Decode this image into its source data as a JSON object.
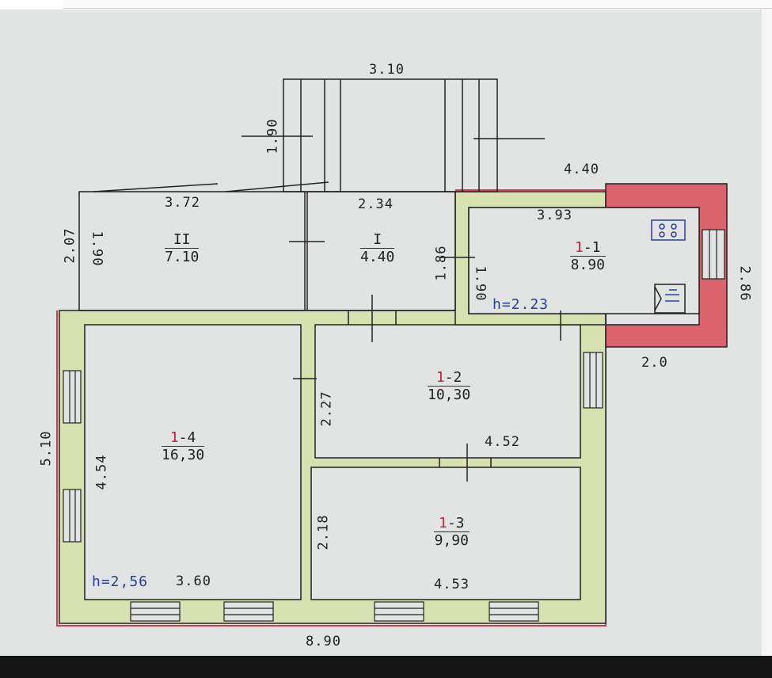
{
  "plan": {
    "dimensions": {
      "porch_width": "3.10",
      "porch_depth": "1.90",
      "kitchen_outer_top": "4.40",
      "room_II_top": "3.72",
      "room_I_top": "2.34",
      "kitchen_inner_top": "3.93",
      "room_II_outer_left": "2.07",
      "room_II_inner_left": "1.90",
      "room_I_right": "1.86",
      "kitchen_inner_left": "1.90",
      "kitchen_right": "2.86",
      "kitchen_bottom": "2.0",
      "room_1_2_left": "2.27",
      "house_left": "5.10",
      "room_1_4_left": "4.54",
      "room_1_2_bottom": "4.52",
      "room_1_3_left": "2.18",
      "room_1_4_bottom": "3.60",
      "room_1_3_bottom": "4.53",
      "house_bottom": "8.90"
    },
    "rooms": [
      {
        "id": "II",
        "prefix": "",
        "suffix": "II",
        "area": "7.10"
      },
      {
        "id": "I",
        "prefix": "",
        "suffix": "I",
        "area": "4.40"
      },
      {
        "id": "1-1",
        "prefix": "1",
        "suffix": "-1",
        "area": "8.90"
      },
      {
        "id": "1-2",
        "prefix": "1",
        "suffix": "-2",
        "area": "10,30"
      },
      {
        "id": "1-3",
        "prefix": "1",
        "suffix": "-3",
        "area": "9,90"
      },
      {
        "id": "1-4",
        "prefix": "1",
        "suffix": "-4",
        "area": "16,30"
      }
    ],
    "heights": {
      "kitchen": "h=2.23",
      "house": "h=2,56"
    },
    "colors": {
      "paper": "#e2e4e4",
      "wall_green": "#d8e2b0",
      "wall_red": "#d9646e",
      "ink": "#222222",
      "blue_ink": "#2a3ea0"
    }
  }
}
